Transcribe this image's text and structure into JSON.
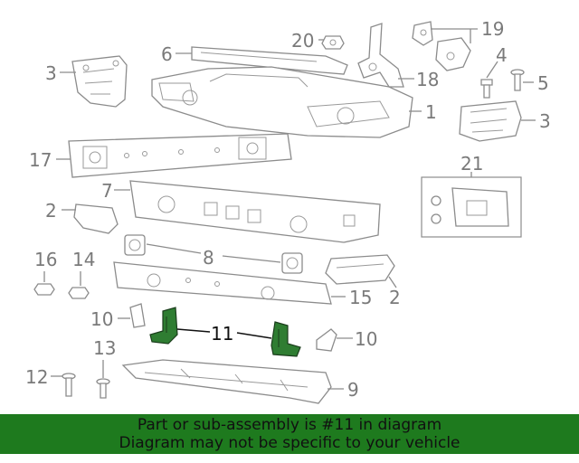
{
  "callouts": {
    "c1": "1",
    "c2a": "2",
    "c2b": "2",
    "c3a": "3",
    "c3b": "3",
    "c4": "4",
    "c5": "5",
    "c6": "6",
    "c7": "7",
    "c8": "8",
    "c9": "9",
    "c10a": "10",
    "c10b": "10",
    "c11": "11",
    "c12": "12",
    "c13": "13",
    "c14": "14",
    "c15": "15",
    "c16": "16",
    "c17": "17",
    "c18": "18",
    "c19": "19",
    "c20": "20",
    "c21": "21"
  },
  "highlighted_part": "11",
  "colors": {
    "highlight": "#2f7d32",
    "banner": "#1e7a1e",
    "line": "#8c8c8c"
  },
  "banner": {
    "line1": "Part or sub-assembly is #11 in diagram",
    "line2": "Diagram may not be specific to your vehicle"
  }
}
